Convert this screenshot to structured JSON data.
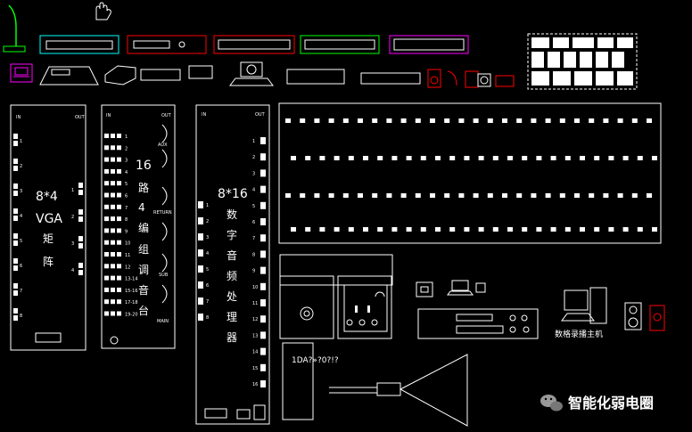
{
  "colors": {
    "background": "#000000",
    "line": "#ffffff",
    "cyan": "#00ffff",
    "red": "#ff0000",
    "green": "#00ff00",
    "magenta": "#ff00ff"
  },
  "icons": [
    "microphone-stand-icon",
    "hand-cursor-icon",
    "laptop-icon",
    "camera-icon",
    "speaker-icon",
    "monitor-icon",
    "wechat-icon"
  ],
  "vga_matrix": {
    "in": "IN",
    "out": "OUT",
    "title": "8*4",
    "name": "VGA",
    "sub1": "矩",
    "sub2": "阵",
    "in_labels": [
      "1",
      "2",
      "3",
      "4",
      "5",
      "6",
      "7",
      "8"
    ],
    "out_labels": [
      "1",
      "2",
      "3",
      "4"
    ]
  },
  "mixer": {
    "in": "IN",
    "out": "OUT",
    "title": "16",
    "chars": [
      "路",
      "4",
      "编",
      "组",
      "调",
      "音",
      "台"
    ],
    "aux": "AUX",
    "return": "RETURN",
    "sub": "SUB",
    "main": "MAIN",
    "in_labels": [
      "1",
      "2",
      "3",
      "4",
      "5",
      "6",
      "7",
      "8",
      "9",
      "10",
      "11",
      "12",
      "13-14",
      "15-16",
      "17-18",
      "19-20"
    ]
  },
  "dsp": {
    "in": "IN",
    "out": "OUT",
    "title": "8*16",
    "chars": [
      "数",
      "字",
      "音",
      "频",
      "处",
      "理",
      "器"
    ],
    "in_labels": [
      "1",
      "2",
      "3",
      "4",
      "5",
      "6",
      "7",
      "8"
    ],
    "out_labels": [
      "1",
      "2",
      "3",
      "4",
      "5",
      "6",
      "7",
      "8",
      "9",
      "10",
      "11",
      "12",
      "13",
      "14",
      "15",
      "16"
    ]
  },
  "projector_label": "1DA?»?0?!?",
  "recorder_label": "数格录播主机",
  "watermark": "智能化弱电圈"
}
